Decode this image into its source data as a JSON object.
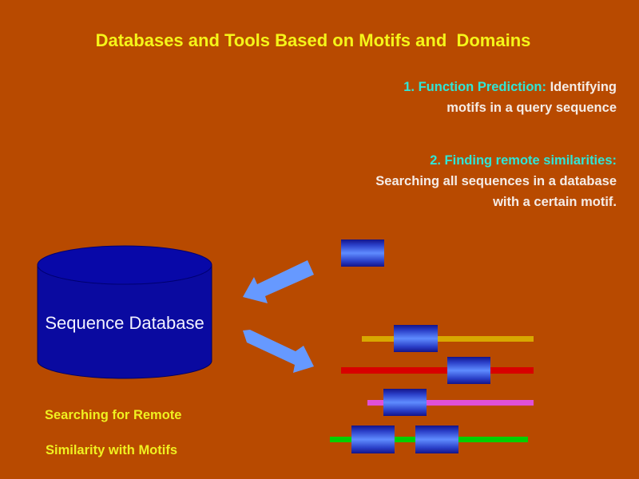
{
  "title": "Databases and Tools Based on Motifs and  Domains",
  "points": [
    {
      "number_label": "1. Function Prediction:",
      "text_line1": " Identifying",
      "text_line2": "motifs in a query sequence"
    },
    {
      "number_label": "2. Finding remote similarities:",
      "text_line1": "Searching all sequences in a database",
      "text_line2": "with a certain motif."
    }
  ],
  "database": {
    "label": "Sequence Database",
    "icon": "database-cylinder-icon"
  },
  "arrows": [
    {
      "name": "query-arrow",
      "direction": "toward-database"
    },
    {
      "name": "result-arrow",
      "direction": "toward-sequences"
    }
  ],
  "query_motif": {
    "icon": "motif-block-icon"
  },
  "sequences": [
    {
      "name": "sequence-yellow",
      "color": "#d8a800",
      "motif_count": 1
    },
    {
      "name": "sequence-red",
      "color": "#d80000",
      "motif_count": 1
    },
    {
      "name": "sequence-magenta",
      "color": "#e050d8",
      "motif_count": 1
    },
    {
      "name": "sequence-green",
      "color": "#00d000",
      "motif_count": 2
    }
  ],
  "caption": {
    "line1": "Searching for Remote",
    "line2": "Similarity with Motifs"
  },
  "colors": {
    "background": "#b84a00",
    "title": "#f5f519",
    "accent": "#30e6d6",
    "database": "#0a0aa0",
    "arrow": "#6699ff"
  }
}
